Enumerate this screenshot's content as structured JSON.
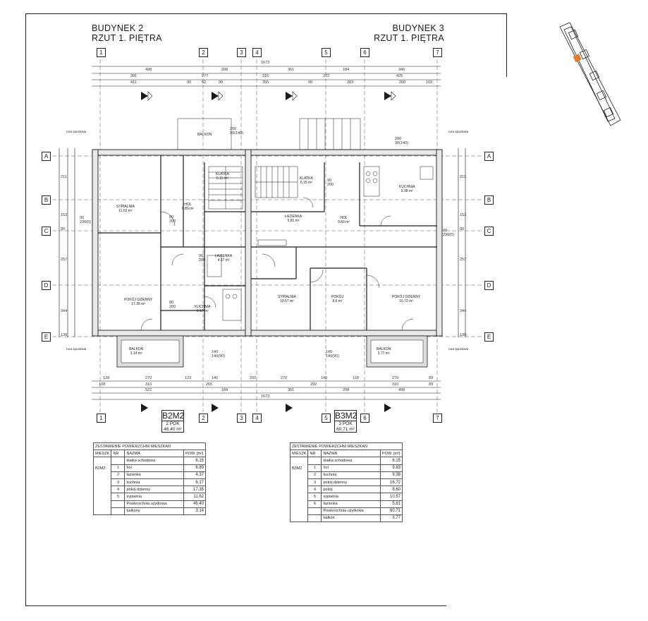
{
  "left_title": {
    "line1": "BUDYNEK 2",
    "line2": "RZUT 1. PIĘTRA"
  },
  "right_title": {
    "line1": "BUDYNEK 3",
    "line2": "RZUT 1. PIĘTRA"
  },
  "axes": {
    "columns_top": [
      "1",
      "2",
      "3",
      "4",
      "5",
      "6",
      "7"
    ],
    "columns_bottom": [
      "1",
      "2",
      "3",
      "4",
      "5",
      "6",
      "7"
    ],
    "rows_left": [
      "A",
      "B",
      "C",
      "D",
      "E"
    ],
    "rows_right": [
      "A",
      "B",
      "C",
      "D",
      "E"
    ]
  },
  "dims_top": {
    "overall": "1673",
    "row1": [
      "498",
      "208",
      "361",
      "184",
      "346"
    ],
    "row2": [
      "391",
      "277",
      "315",
      "272",
      "425"
    ],
    "row3": [
      "411",
      "90",
      "52",
      "90",
      "355",
      "90",
      "283",
      "200",
      "102"
    ]
  },
  "dims_bottom": {
    "row1": [
      "128",
      "270",
      "123",
      "140",
      "202",
      "270",
      "140",
      "118",
      "270",
      "89"
    ],
    "row2": [
      "108",
      "310",
      "265",
      "292",
      "310",
      "89"
    ],
    "row3": [
      "522",
      "184",
      "361",
      "208",
      "498"
    ],
    "overall": "1673"
  },
  "dims_left": [
    "211",
    "153",
    "90",
    "257",
    "344",
    "130"
  ],
  "dims_right": [
    "211",
    "153",
    "90",
    "257",
    "344",
    "130"
  ],
  "openings": [
    "90\n230(0)",
    "90\n230(0)",
    "200\n90(140)",
    "200\n90(140)",
    "140\n140(90)",
    "140\n140(90)",
    "90\n200",
    "80\n200",
    "80\n200",
    "90\n200"
  ],
  "roof_notes": [
    "rura spustowa",
    "rura spustowa",
    "rura spustowa",
    "rura spustowa"
  ],
  "rooms": [
    {
      "name": "SYPIALNIA",
      "area": "11.62 m²"
    },
    {
      "name": "HOL",
      "area": "6.89 m²"
    },
    {
      "name": "KLATKA",
      "area": "6.15 m²"
    },
    {
      "name": "ŁAZIENKA",
      "area": "4.37 m²"
    },
    {
      "name": "POKÓJ DZIENNY",
      "area": "17.35 m²"
    },
    {
      "name": "KUCHNIA",
      "area": "6.17 m²"
    },
    {
      "name": "BALKON",
      "area": "3.14 m²"
    },
    {
      "name": "BALKON",
      "area": ""
    },
    {
      "name": "KLATKA",
      "area": "6.15 m²"
    },
    {
      "name": "ŁAZIENKA",
      "area": "5.81 m²"
    },
    {
      "name": "HOL",
      "area": "9.83 m²"
    },
    {
      "name": "KUCHNIA",
      "area": "9.38 m²"
    },
    {
      "name": "SYPIALNIA",
      "area": "10.57 m²"
    },
    {
      "name": "POKÓJ",
      "area": "8.6 m²"
    },
    {
      "name": "POKÓJ DZIENNY",
      "area": "16.72 m²"
    },
    {
      "name": "BALKON",
      "area": "3.77 m²"
    }
  ],
  "unit_tags": [
    {
      "code": "B2M2",
      "rooms": "2 POK",
      "area": "46.40 m²"
    },
    {
      "code": "B3M2",
      "rooms": "3 POK",
      "area": "60.71 m²"
    }
  ],
  "tables": [
    {
      "title": "ZESTAWIENIE POWIERZCHNI MIESZKAŃ",
      "headers": [
        "MIESZK",
        "NR",
        "NAZWA",
        "POW. [m²]"
      ],
      "unit": "B2M2",
      "rows": [
        {
          "nr": "",
          "name": "klatka schodowa",
          "area": "6.15"
        },
        {
          "nr": "1",
          "name": "hol",
          "area": "6.89"
        },
        {
          "nr": "2",
          "name": "łazienka",
          "area": "4.37"
        },
        {
          "nr": "3",
          "name": "kuchnia",
          "area": "6.17"
        },
        {
          "nr": "4",
          "name": "pokój dzienny",
          "area": "17.35"
        },
        {
          "nr": "5",
          "name": "sypialnia",
          "area": "11.62"
        },
        {
          "nr": "",
          "name": "Powierzchnia użytkowa",
          "area": "46.40"
        },
        {
          "nr": "",
          "name": "balkony",
          "area": "3.14"
        }
      ]
    },
    {
      "title": "ZESTAWIENIE POWIERZCHNI MIESZKAŃ",
      "headers": [
        "MIESZK",
        "NR",
        "NAZWA",
        "POW. [m²]"
      ],
      "unit": "B3M2",
      "rows": [
        {
          "nr": "",
          "name": "klatka schodowa",
          "area": "6.15"
        },
        {
          "nr": "1",
          "name": "hol",
          "area": "9.83"
        },
        {
          "nr": "2",
          "name": "kuchnia",
          "area": "9.38"
        },
        {
          "nr": "3",
          "name": "pokój dzienny",
          "area": "16.72"
        },
        {
          "nr": "4",
          "name": "pokój",
          "area": "8.60"
        },
        {
          "nr": "5",
          "name": "sypialnia",
          "area": "10.57"
        },
        {
          "nr": "6",
          "name": "łazienka",
          "area": "5.81"
        },
        {
          "nr": "",
          "name": "Powierzchnia użytkowa",
          "area": "60.71"
        },
        {
          "nr": "",
          "name": "balkon",
          "area": "3.77"
        }
      ]
    }
  ],
  "colors": {
    "line": "#1a1a1a",
    "wall_fill": "#e8e8e8",
    "highlight": "#e07a2c"
  }
}
